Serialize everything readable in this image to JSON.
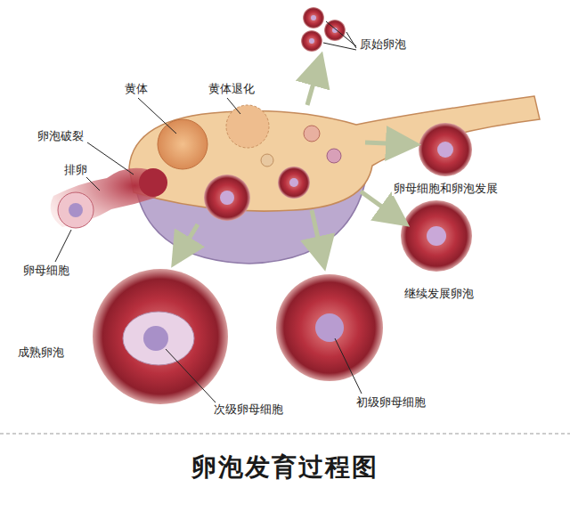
{
  "diagram": {
    "title": "卵泡发育过程图",
    "labels": [
      "原始卵泡",
      "黄体",
      "黄体退化",
      "卵泡破裂",
      "排卵",
      "卵母细胞",
      "卵母细胞和卵泡发展",
      "继续发展卵泡",
      "成熟卵泡",
      "次级卵母细胞",
      "初级卵母细胞"
    ]
  }
}
